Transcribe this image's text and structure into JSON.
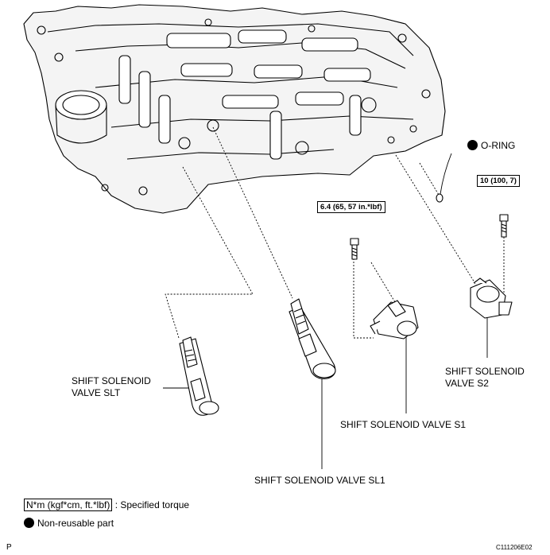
{
  "labels": {
    "oring": "O-RING",
    "torque_s1": "6.4 (65, 57 in.*lbf)",
    "torque_s2": "10 (100, 7)",
    "slt_line1": "SHIFT SOLENOID",
    "slt_line2": "VALVE SLT",
    "s2_line1": "SHIFT SOLENOID",
    "s2_line2": "VALVE S2",
    "s1": "SHIFT SOLENOID VALVE S1",
    "sl1": "SHIFT SOLENOID VALVE SL1"
  },
  "legend": {
    "torque_box": "N*m (kgf*cm, ft.*lbf)",
    "torque_text": ": Specified torque",
    "nonreusable_text": "Non-reusable part"
  },
  "corner": {
    "page_letter": "P",
    "figure_code": "C111206E02"
  },
  "colors": {
    "ink": "#000000",
    "paper": "#ffffff",
    "housing_fill": "#f2f2f2"
  }
}
